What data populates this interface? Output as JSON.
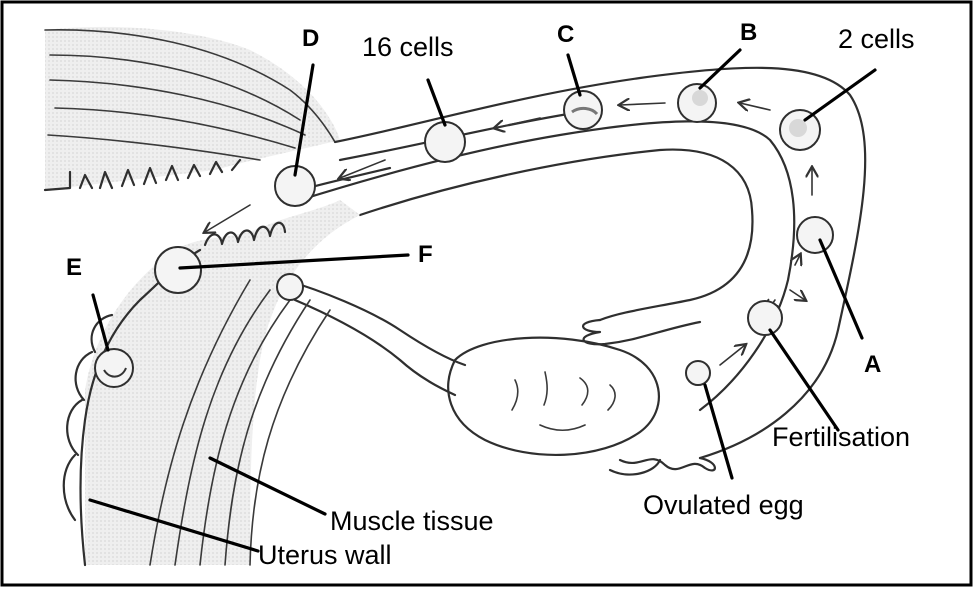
{
  "diagram": {
    "labels": {
      "d": "D",
      "sixteen_cells": "16 cells",
      "c": "C",
      "b": "B",
      "two_cells": "2 cells",
      "e": "E",
      "f": "F",
      "a": "A",
      "fertilisation": "Fertilisation",
      "ovulated_egg": "Ovulated egg",
      "muscle_tissue": "Muscle tissue",
      "uterus_wall": "Uterus wall"
    }
  }
}
